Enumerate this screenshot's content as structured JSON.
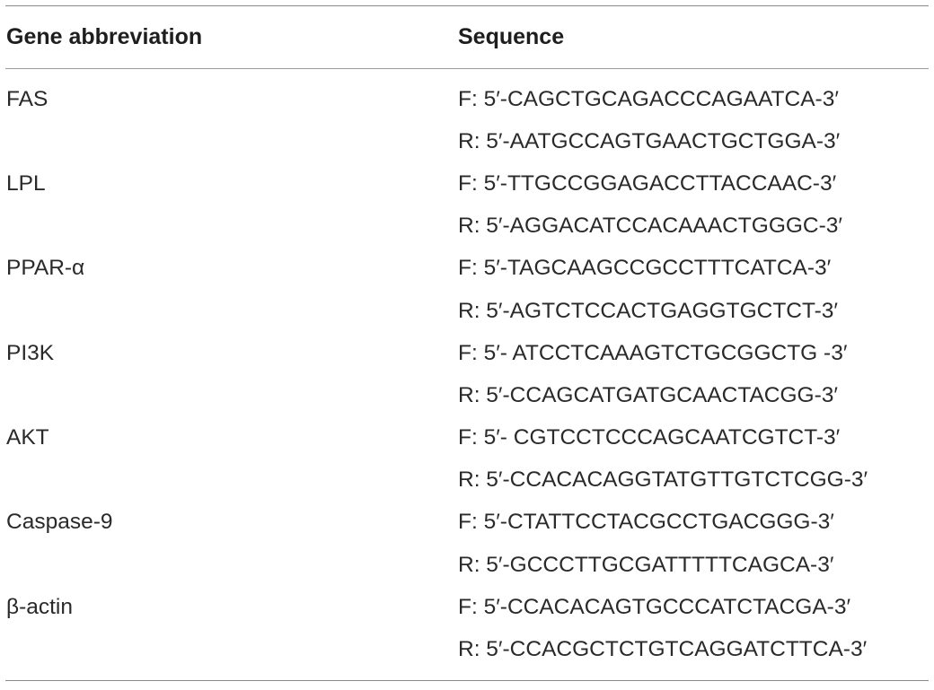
{
  "table": {
    "headers": [
      "Gene abbreviation",
      "Sequence"
    ],
    "rows": [
      [
        "FAS",
        "F: 5′-CAGCTGCAGACCCAGAATCA-3′"
      ],
      [
        "",
        "R: 5′-AATGCCAGTGAACTGCTGGA-3′"
      ],
      [
        "LPL",
        "F: 5′-TTGCCGGAGACCTTACCAAC-3′"
      ],
      [
        "",
        "R: 5′-AGGACATCCACAAACTGGGC-3′"
      ],
      [
        "PPAR-α",
        "F: 5′-TAGCAAGCCGCCTTTCATCA-3′"
      ],
      [
        "",
        "R: 5′-AGTCTCCACTGAGGTGCTCT-3′"
      ],
      [
        "PI3K",
        "F: 5′- ATCCTCAAAGTCTGCGGCTG -3′"
      ],
      [
        "",
        "R: 5′-CCAGCATGATGCAACTACGG-3′"
      ],
      [
        "AKT",
        "F: 5′- CGTCCTCCCAGCAATCGTCT-3′"
      ],
      [
        "",
        "R: 5′-CCACACAGGTATGTTGTCTCGG-3′"
      ],
      [
        "Caspase-9",
        "F: 5′-CTATTCCTACGCCTGACGGG-3′"
      ],
      [
        "",
        "R: 5′-GCCCTTGCGATTTTTCAGCA-3′"
      ],
      [
        "β-actin",
        "F: 5′-CCACACAGTGCCCATCTACGA-3′"
      ],
      [
        "",
        "R: 5′-CCACGCTCTGTCAGGATCTTCA-3′"
      ]
    ]
  }
}
